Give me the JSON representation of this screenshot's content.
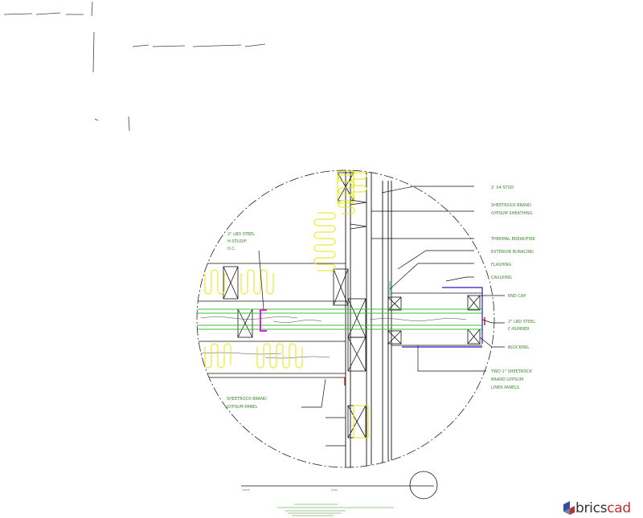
{
  "drawing": {
    "callouts": {
      "stud": "2' X4 STUD",
      "sheathing": [
        "SHEETROCK BRAND",
        "GYPSUM SHEATHING"
      ],
      "thermal_break": "THERMAL BREAK/FIRE",
      "exterior_bracing": "EXTERIOR BURACING",
      "flashing": "FLASHING",
      "caulking": "CAULKING",
      "end_cap": "END CAP",
      "runner": [
        "2\" LBD STEEL",
        "C-RUNNER"
      ],
      "blocking": "BLOCKING",
      "liner_panels": [
        "TWO 1\" SHEETROCK",
        "BRAND GYPSUM",
        "LINER PANELS"
      ],
      "left_steel": [
        "2\" LBD STEEL",
        "H-STUD/F",
        "O.C."
      ],
      "gypsum_panel": [
        "SHEETROCK BRAND",
        "GYPSUM PANEL"
      ]
    },
    "title_block": {
      "left_label": "Detail",
      "mid_label": "Scale"
    }
  },
  "brand": {
    "name_main": "brics",
    "name_accent": "cad",
    "colors": {
      "blue": "#2f4f9f",
      "red": "#c0322b",
      "gray": "#333333"
    }
  }
}
